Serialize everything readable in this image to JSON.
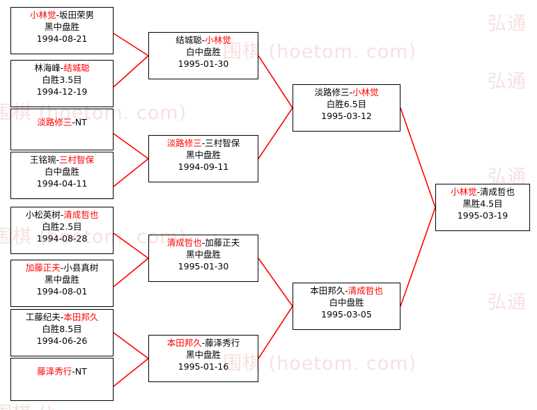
{
  "watermark": {
    "texts": [
      "弘通",
      "弘通",
      "围棋 (hoetom. com)",
      "围棋 (hoetom. com)",
      "弘通",
      "围棋 (hoetom. com)",
      "弘通",
      "围棋 (hoetom. com)",
      "hoetom. com)",
      "围棋 (h"
    ]
  },
  "bracket": {
    "title": "",
    "rounds": [
      {
        "name": "round-1",
        "matches": [
          {
            "id": "r1m1",
            "players": [
              {
                "name": "小林觉",
                "winner": true
              },
              {
                "name": "坂田荣男",
                "winner": false
              }
            ],
            "separator": "-",
            "result": "黑中盘胜",
            "date": "1994-08-21"
          },
          {
            "id": "r1m2",
            "players": [
              {
                "name": "林海峰",
                "winner": false
              },
              {
                "name": "结城聪",
                "winner": true
              }
            ],
            "separator": "-",
            "result": "白胜3.5目",
            "date": "1994-12-19"
          },
          {
            "id": "r1m3",
            "players": [
              {
                "name": "淡路修三",
                "winner": true
              },
              {
                "name": "NT",
                "winner": false
              }
            ],
            "separator": "-",
            "result": "",
            "date": ""
          },
          {
            "id": "r1m4",
            "players": [
              {
                "name": "王铭琬",
                "winner": false
              },
              {
                "name": "三村智保",
                "winner": true
              }
            ],
            "separator": "-",
            "result": "白中盘胜",
            "date": "1994-04-11"
          },
          {
            "id": "r1m5",
            "players": [
              {
                "name": "小松英树",
                "winner": false
              },
              {
                "name": "清成哲也",
                "winner": true
              }
            ],
            "separator": "-",
            "result": "白胜2.5目",
            "date": "1994-08-28"
          },
          {
            "id": "r1m6",
            "players": [
              {
                "name": "加藤正夫",
                "winner": true
              },
              {
                "name": "小县真树",
                "winner": false
              }
            ],
            "separator": "-",
            "result": "黑中盘胜",
            "date": "1994-08-01"
          },
          {
            "id": "r1m7",
            "players": [
              {
                "name": "工藤纪夫",
                "winner": false
              },
              {
                "name": "本田邦久",
                "winner": true
              }
            ],
            "separator": "-",
            "result": "白胜8.5目",
            "date": "1994-06-26"
          },
          {
            "id": "r1m8",
            "players": [
              {
                "name": "藤泽秀行",
                "winner": true
              },
              {
                "name": "NT",
                "winner": false
              }
            ],
            "separator": "-",
            "result": "",
            "date": ""
          }
        ]
      },
      {
        "name": "round-2",
        "matches": [
          {
            "id": "r2m1",
            "players": [
              {
                "name": "结城聪",
                "winner": false
              },
              {
                "name": "小林觉",
                "winner": true
              }
            ],
            "separator": "-",
            "result": "白中盘胜",
            "date": "1995-01-30"
          },
          {
            "id": "r2m2",
            "players": [
              {
                "name": "淡路修三",
                "winner": true
              },
              {
                "name": "三村智保",
                "winner": false
              }
            ],
            "separator": "-",
            "result": "黑中盘胜",
            "date": "1994-09-11"
          },
          {
            "id": "r2m3",
            "players": [
              {
                "name": "清成哲也",
                "winner": true
              },
              {
                "name": "加藤正夫",
                "winner": false
              }
            ],
            "separator": "-",
            "result": "黑中盘胜",
            "date": "1995-01-30"
          },
          {
            "id": "r2m4",
            "players": [
              {
                "name": "本田邦久",
                "winner": true
              },
              {
                "name": "藤泽秀行",
                "winner": false
              }
            ],
            "separator": "-",
            "result": "黑中盘胜",
            "date": "1995-01-16"
          }
        ]
      },
      {
        "name": "round-3",
        "matches": [
          {
            "id": "r3m1",
            "players": [
              {
                "name": "淡路修三",
                "winner": false
              },
              {
                "name": "小林觉",
                "winner": true
              }
            ],
            "separator": "-",
            "result": "白胜6.5目",
            "date": "1995-03-12"
          },
          {
            "id": "r3m2",
            "players": [
              {
                "name": "本田邦久",
                "winner": false
              },
              {
                "name": "清成哲也",
                "winner": true
              }
            ],
            "separator": "-",
            "result": "白中盘胜",
            "date": "1995-03-05"
          }
        ]
      },
      {
        "name": "final",
        "matches": [
          {
            "id": "r4m1",
            "players": [
              {
                "name": "小林觉",
                "winner": true
              },
              {
                "name": "清成哲也",
                "winner": false
              }
            ],
            "separator": "-",
            "result": "黑胜4.5目",
            "date": "1995-03-19"
          }
        ]
      }
    ]
  },
  "colors": {
    "line": "#ff0000",
    "winner_text": "#ff0000",
    "loser_text": "#000000",
    "border": "#000000",
    "watermark": "#f0c9c9"
  }
}
